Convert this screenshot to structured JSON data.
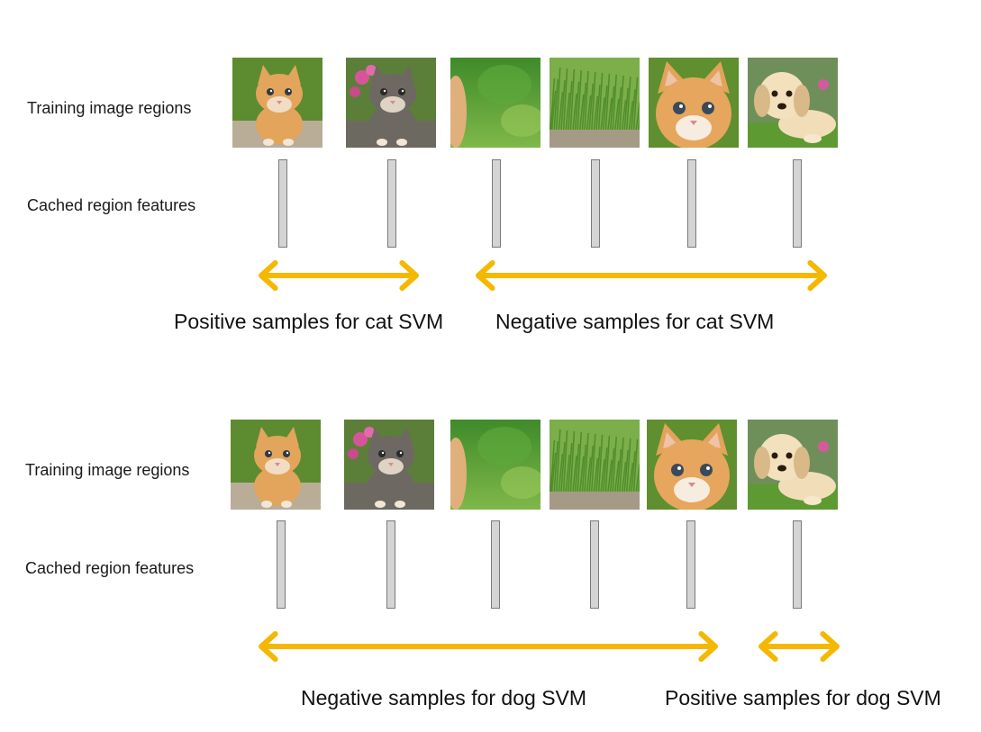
{
  "accent_color": "#F5B800",
  "bar_color": "#D4D4D4",
  "panels": [
    {
      "row_labels": {
        "images": "Training image regions",
        "features": "Cached region features"
      },
      "thumbnails": [
        {
          "name": "kitten-orange-image"
        },
        {
          "name": "kitten-gray-flowers-image"
        },
        {
          "name": "grass-blurred-image"
        },
        {
          "name": "grass-ground-image"
        },
        {
          "name": "kitten-face-image"
        },
        {
          "name": "puppy-image"
        }
      ],
      "captions": [
        "Positive samples for cat SVM",
        "Negative samples for cat SVM"
      ]
    },
    {
      "row_labels": {
        "images": "Training image regions",
        "features": "Cached region features"
      },
      "thumbnails": [
        {
          "name": "kitten-orange-image"
        },
        {
          "name": "kitten-gray-flowers-image"
        },
        {
          "name": "grass-blurred-image"
        },
        {
          "name": "grass-ground-image"
        },
        {
          "name": "kitten-face-image"
        },
        {
          "name": "puppy-image"
        }
      ],
      "captions": [
        "Negative samples for dog SVM",
        "Positive samples for dog SVM"
      ]
    }
  ]
}
